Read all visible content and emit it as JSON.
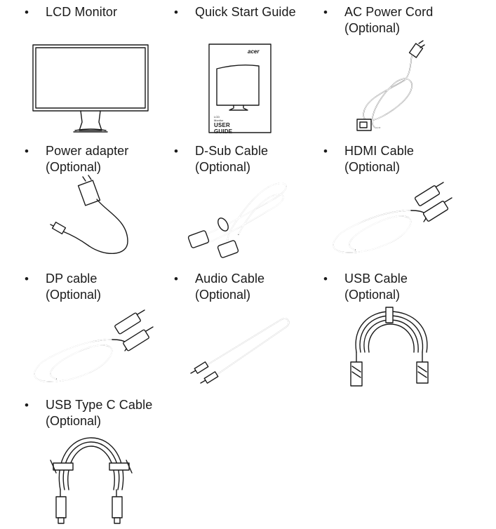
{
  "items": [
    {
      "label": "LCD Monitor",
      "optional": ""
    },
    {
      "label": "Quick Start Guide",
      "optional": ""
    },
    {
      "label": "AC Power Cord",
      "optional": "(Optional)"
    },
    {
      "label": "Power adapter",
      "optional": "(Optional)"
    },
    {
      "label": "D-Sub Cable",
      "optional": "(Optional)"
    },
    {
      "label": "HDMI Cable",
      "optional": "(Optional)"
    },
    {
      "label": "DP cable",
      "optional": "(Optional)"
    },
    {
      "label": "Audio Cable",
      "optional": "(Optional)"
    },
    {
      "label": "USB Cable",
      "optional": "(Optional)"
    },
    {
      "label": "USB Type C Cable",
      "optional": "(Optional)"
    }
  ],
  "bullet": "•",
  "guide": {
    "brand": "acer",
    "small_text": "LCD Monitor",
    "title": "USER GUIDE"
  },
  "icons": [
    "monitor-illustration",
    "user-guide-booklet",
    "power-cord",
    "power-adapter",
    "dsub-cable",
    "hdmi-cable",
    "dp-cable",
    "audio-cable",
    "usb-cable",
    "usb-c-cable"
  ]
}
